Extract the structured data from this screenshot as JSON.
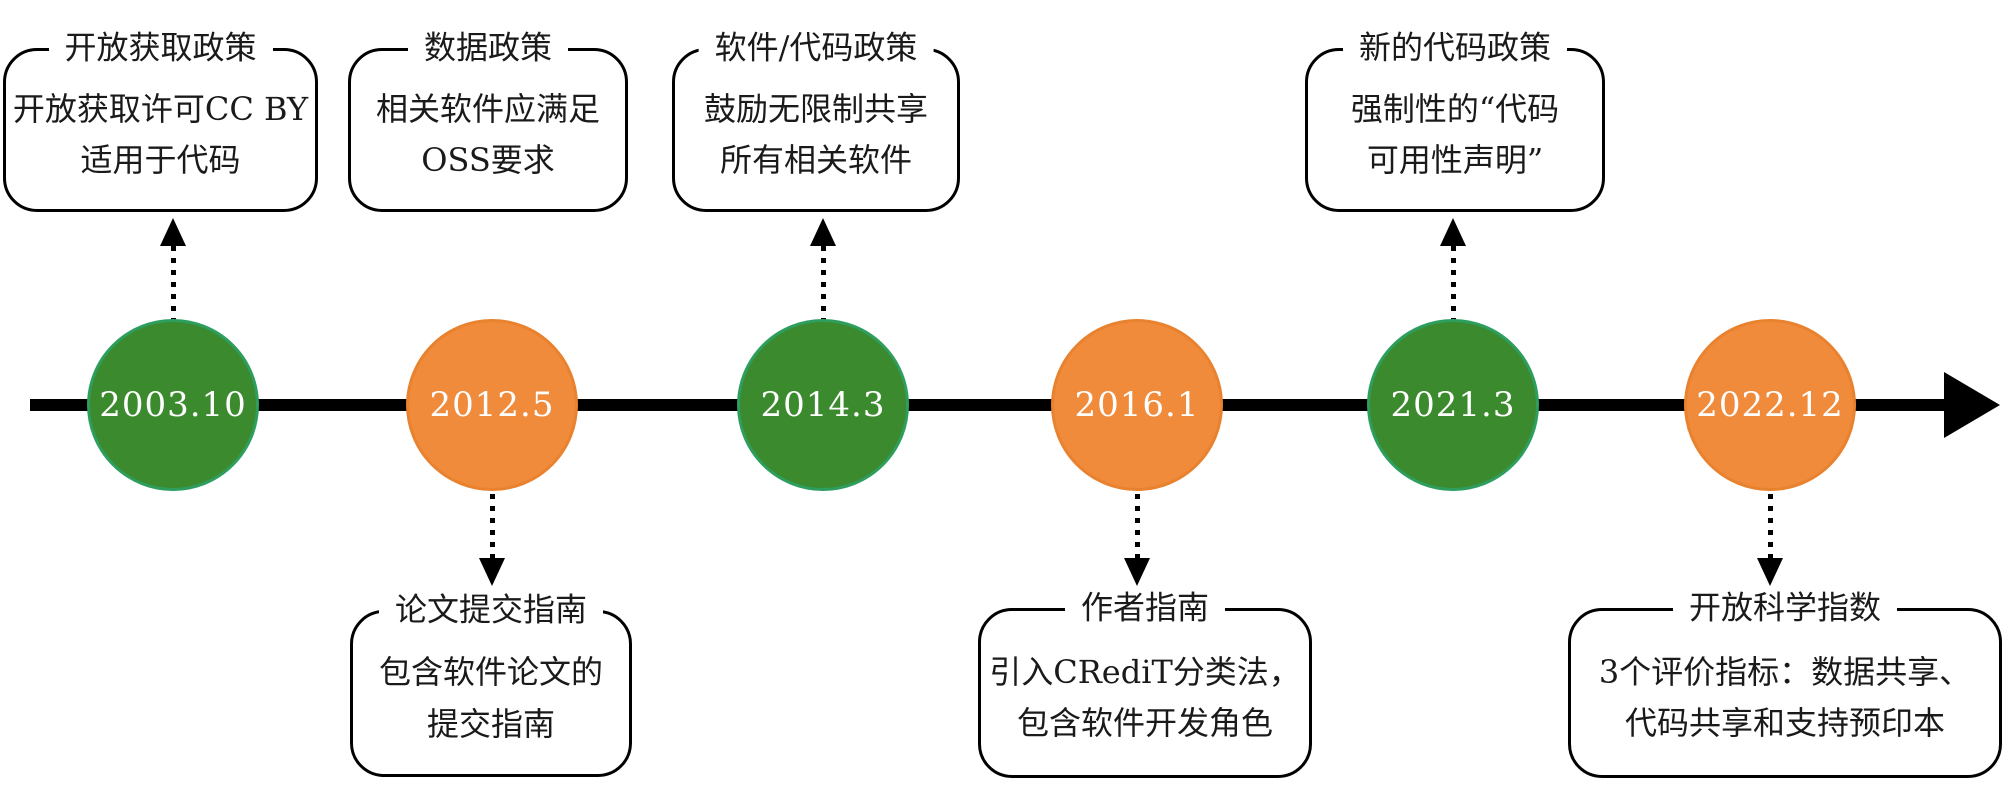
{
  "diagram": {
    "type": "timeline",
    "background": "#ffffff",
    "axis_color": "#000000",
    "green_fill": "#3B8A2D",
    "green_rim": "#2E9E5F",
    "orange_fill": "#F08B3C",
    "orange_rim": "#E9822E",
    "date_text_color": "#ffffff",
    "box_text_color": "#1a1a1a"
  },
  "events": [
    {
      "date": "2003.10",
      "color": "green"
    },
    {
      "date": "2012.5",
      "color": "orange"
    },
    {
      "date": "2014.3",
      "color": "green"
    },
    {
      "date": "2016.1",
      "color": "orange"
    },
    {
      "date": "2021.3",
      "color": "green"
    },
    {
      "date": "2022.12",
      "color": "orange"
    }
  ],
  "boxes": [
    {
      "title": "开放获取政策",
      "lines": [
        "开放获取许可CC BY",
        "适用于代码"
      ],
      "position": "top",
      "linked_date": "2003.10",
      "has_arrow": true
    },
    {
      "title": "数据政策",
      "lines": [
        "相关软件应满足",
        "OSS要求"
      ],
      "position": "top",
      "linked_date": "2012.5",
      "has_arrow": false
    },
    {
      "title": "软件/代码政策",
      "lines": [
        "鼓励无限制共享",
        "所有相关软件"
      ],
      "position": "top",
      "linked_date": "2014.3",
      "has_arrow": true
    },
    {
      "title": "新的代码政策",
      "lines": [
        "强制性的“代码",
        "可用性声明”"
      ],
      "position": "top",
      "linked_date": "2021.3",
      "has_arrow": true
    },
    {
      "title": "论文提交指南",
      "lines": [
        "包含软件论文的",
        "提交指南"
      ],
      "position": "bottom",
      "linked_date": "2012.5",
      "has_arrow": true
    },
    {
      "title": "作者指南",
      "lines": [
        "引入CRediT分类法，",
        "包含软件开发角色"
      ],
      "position": "bottom",
      "linked_date": "2016.1",
      "has_arrow": true
    },
    {
      "title": "开放科学指数",
      "lines": [
        "3个评价指标：数据共享、",
        "代码共享和支持预印本"
      ],
      "position": "bottom",
      "linked_date": "2022.12",
      "has_arrow": true
    }
  ]
}
